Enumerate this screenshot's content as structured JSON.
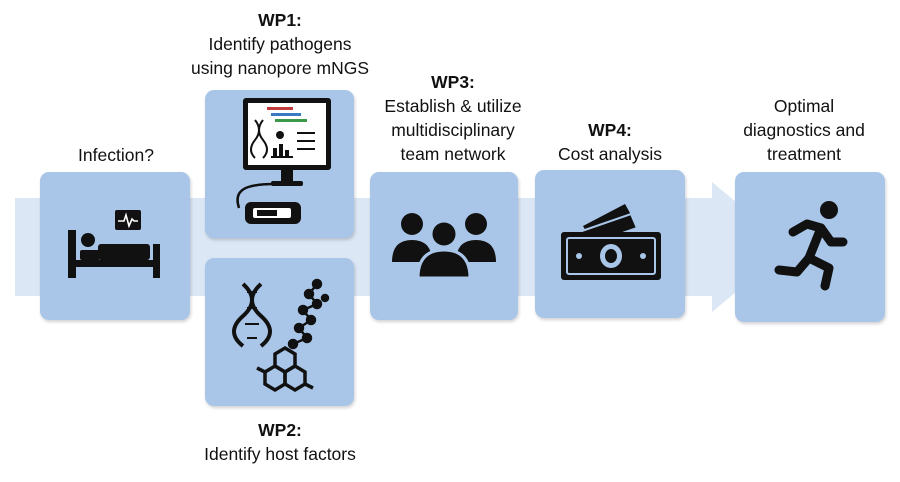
{
  "colors": {
    "box_fill": "#a9c6e8",
    "arrow_fill": "#dbe7f5",
    "icon": "#111111"
  },
  "steps": {
    "infection": {
      "text": "Infection?"
    },
    "wp1": {
      "head": "WP1:",
      "line1": "Identify pathogens",
      "line2": "using nanopore mNGS"
    },
    "wp2": {
      "head": "WP2:",
      "line1": "Identify host factors"
    },
    "wp3": {
      "head": "WP3:",
      "line1": "Establish & utilize",
      "line2": "multidisciplinary",
      "line3": "team network"
    },
    "wp4": {
      "head": "WP4:",
      "line1": "Cost analysis"
    },
    "outcome": {
      "line1": "Optimal",
      "line2": "diagnostics and",
      "line3": "treatment"
    }
  },
  "icons": {
    "infection": "hospital-bed-monitor-icon",
    "wp1": "computer-sequencer-icon",
    "wp2": "dna-molecule-icons",
    "wp3": "team-people-icon",
    "wp4": "money-stack-icon",
    "outcome": "running-person-icon"
  }
}
